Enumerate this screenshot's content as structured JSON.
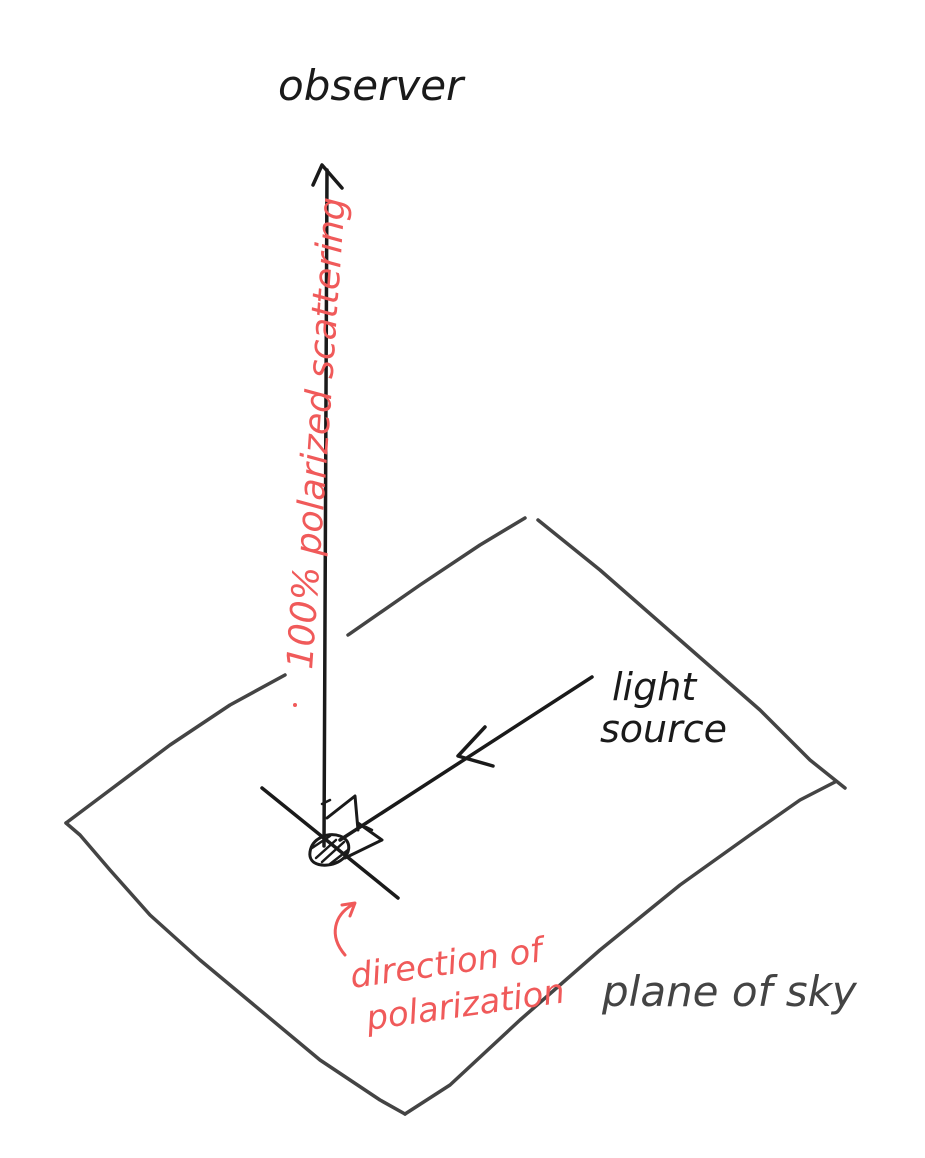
{
  "labels": {
    "observer": "observer",
    "scattering": "100% polarized scattering",
    "light_line1": "light",
    "light_line2": "source",
    "polarization_line1": "direction of",
    "polarization_line2": "polarization",
    "plane": "plane of sky"
  },
  "colors": {
    "ink": "#1a1a1a",
    "plane_ink": "#444444",
    "annotation": "#f05a5a"
  }
}
